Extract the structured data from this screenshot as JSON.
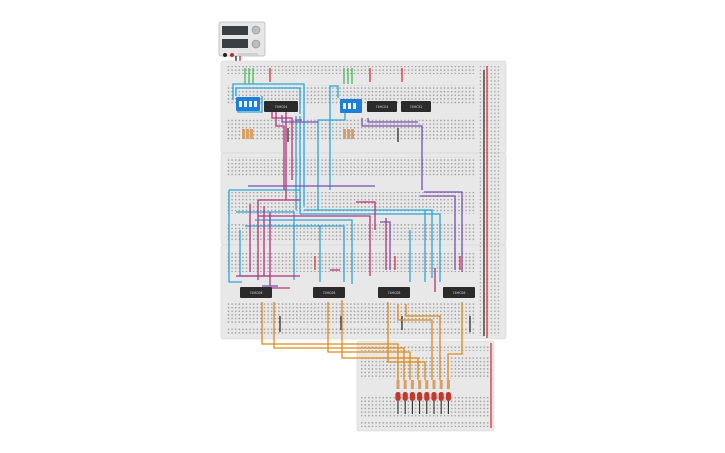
{
  "window": {
    "title": ""
  },
  "power_supply": {
    "label": "",
    "colors": {
      "body": "#e6e6e6",
      "display": "#3a3f44"
    }
  },
  "chips": [
    {
      "id": "u1",
      "label": "74HC04"
    },
    {
      "id": "u2",
      "label": "74HC04"
    },
    {
      "id": "u3",
      "label": "74HC32"
    },
    {
      "id": "u4",
      "label": "74HC08"
    },
    {
      "id": "u5",
      "label": "74HC08"
    },
    {
      "id": "u6",
      "label": "74HC08"
    },
    {
      "id": "u7",
      "label": "74HC08"
    }
  ],
  "dip_switches": [
    {
      "id": "sw1",
      "color": "#1f7fd6"
    },
    {
      "id": "sw2",
      "color": "#1f7fd6"
    }
  ],
  "leds": {
    "count": 8,
    "color": "#c0392b"
  },
  "colors": {
    "breadboard": "#e8e8e8",
    "wire_blue": "#2aa7d8",
    "wire_magenta": "#b5337a",
    "wire_purple": "#7b4fb0",
    "wire_orange": "#e08a1a",
    "wire_green": "#3bb54a",
    "wire_red": "#d8242b",
    "wire_black": "#222222"
  }
}
